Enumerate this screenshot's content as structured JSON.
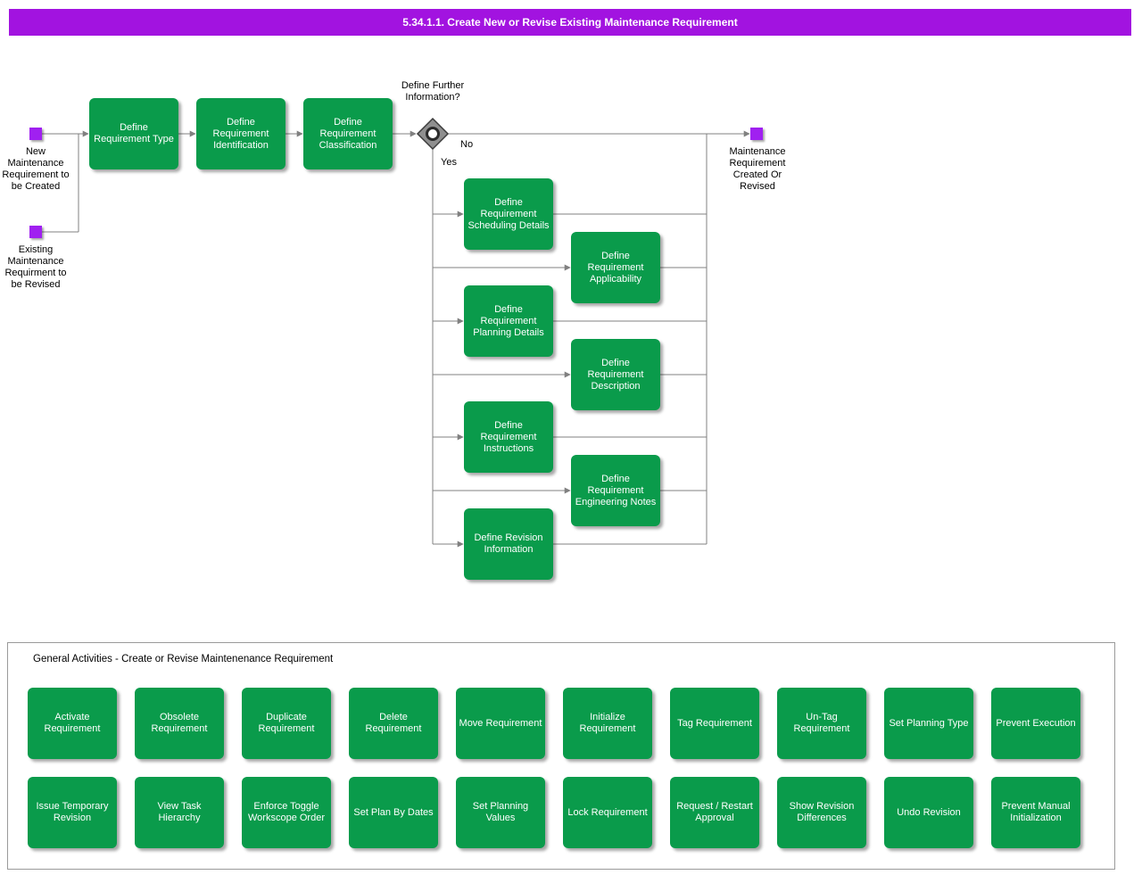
{
  "banner": {
    "title": "5.34.1.1. Create New or Revise Existing Maintenance Requirement"
  },
  "colors": {
    "banner_purple": "#a213e0",
    "event_purple": "#a020f0",
    "process_green": "#0a9b4b",
    "line_gray": "#808080"
  },
  "flow": {
    "start_events": [
      {
        "label": "New Maintenance Requirement to be Created"
      },
      {
        "label": "Existing Maintenance Requirment to be Revised"
      }
    ],
    "end_event": {
      "label": "Maintenance Requirement Created Or Revised"
    },
    "decision": {
      "label": "Define Further Information?",
      "no_label": "No",
      "yes_label": "Yes"
    },
    "processes": [
      {
        "label": "Define Requirement Type"
      },
      {
        "label": "Define Requirement Identification"
      },
      {
        "label": "Define Requirement Classification"
      },
      {
        "label": "Define Requirement Scheduling Details"
      },
      {
        "label": "Define Requirement Applicability"
      },
      {
        "label": "Define Requirement Planning Details"
      },
      {
        "label": "Define Requirement Description"
      },
      {
        "label": "Define Requirement Instructions"
      },
      {
        "label": "Define Requirement Engineering Notes"
      },
      {
        "label": "Define Revision Information"
      }
    ]
  },
  "general_activities": {
    "title": "General Activities - Create or Revise Maintenenance Requirement",
    "row1": [
      "Activate Requirement",
      "Obsolete Requirement",
      "Duplicate Requirement",
      "Delete Requirement",
      "Move Requirement",
      "Initialize Requirement",
      "Tag Requirement",
      "Un-Tag Requirement",
      "Set Planning Type",
      "Prevent Execution"
    ],
    "row2": [
      "Issue Temporary Revision",
      "View Task Hierarchy",
      "Enforce Toggle Workscope Order",
      "Set Plan By Dates",
      "Set Planning Values",
      "Lock Requirement",
      "Request / Restart Approval",
      "Show Revision Differences",
      "Undo Revision",
      "Prevent Manual Initialization"
    ]
  }
}
